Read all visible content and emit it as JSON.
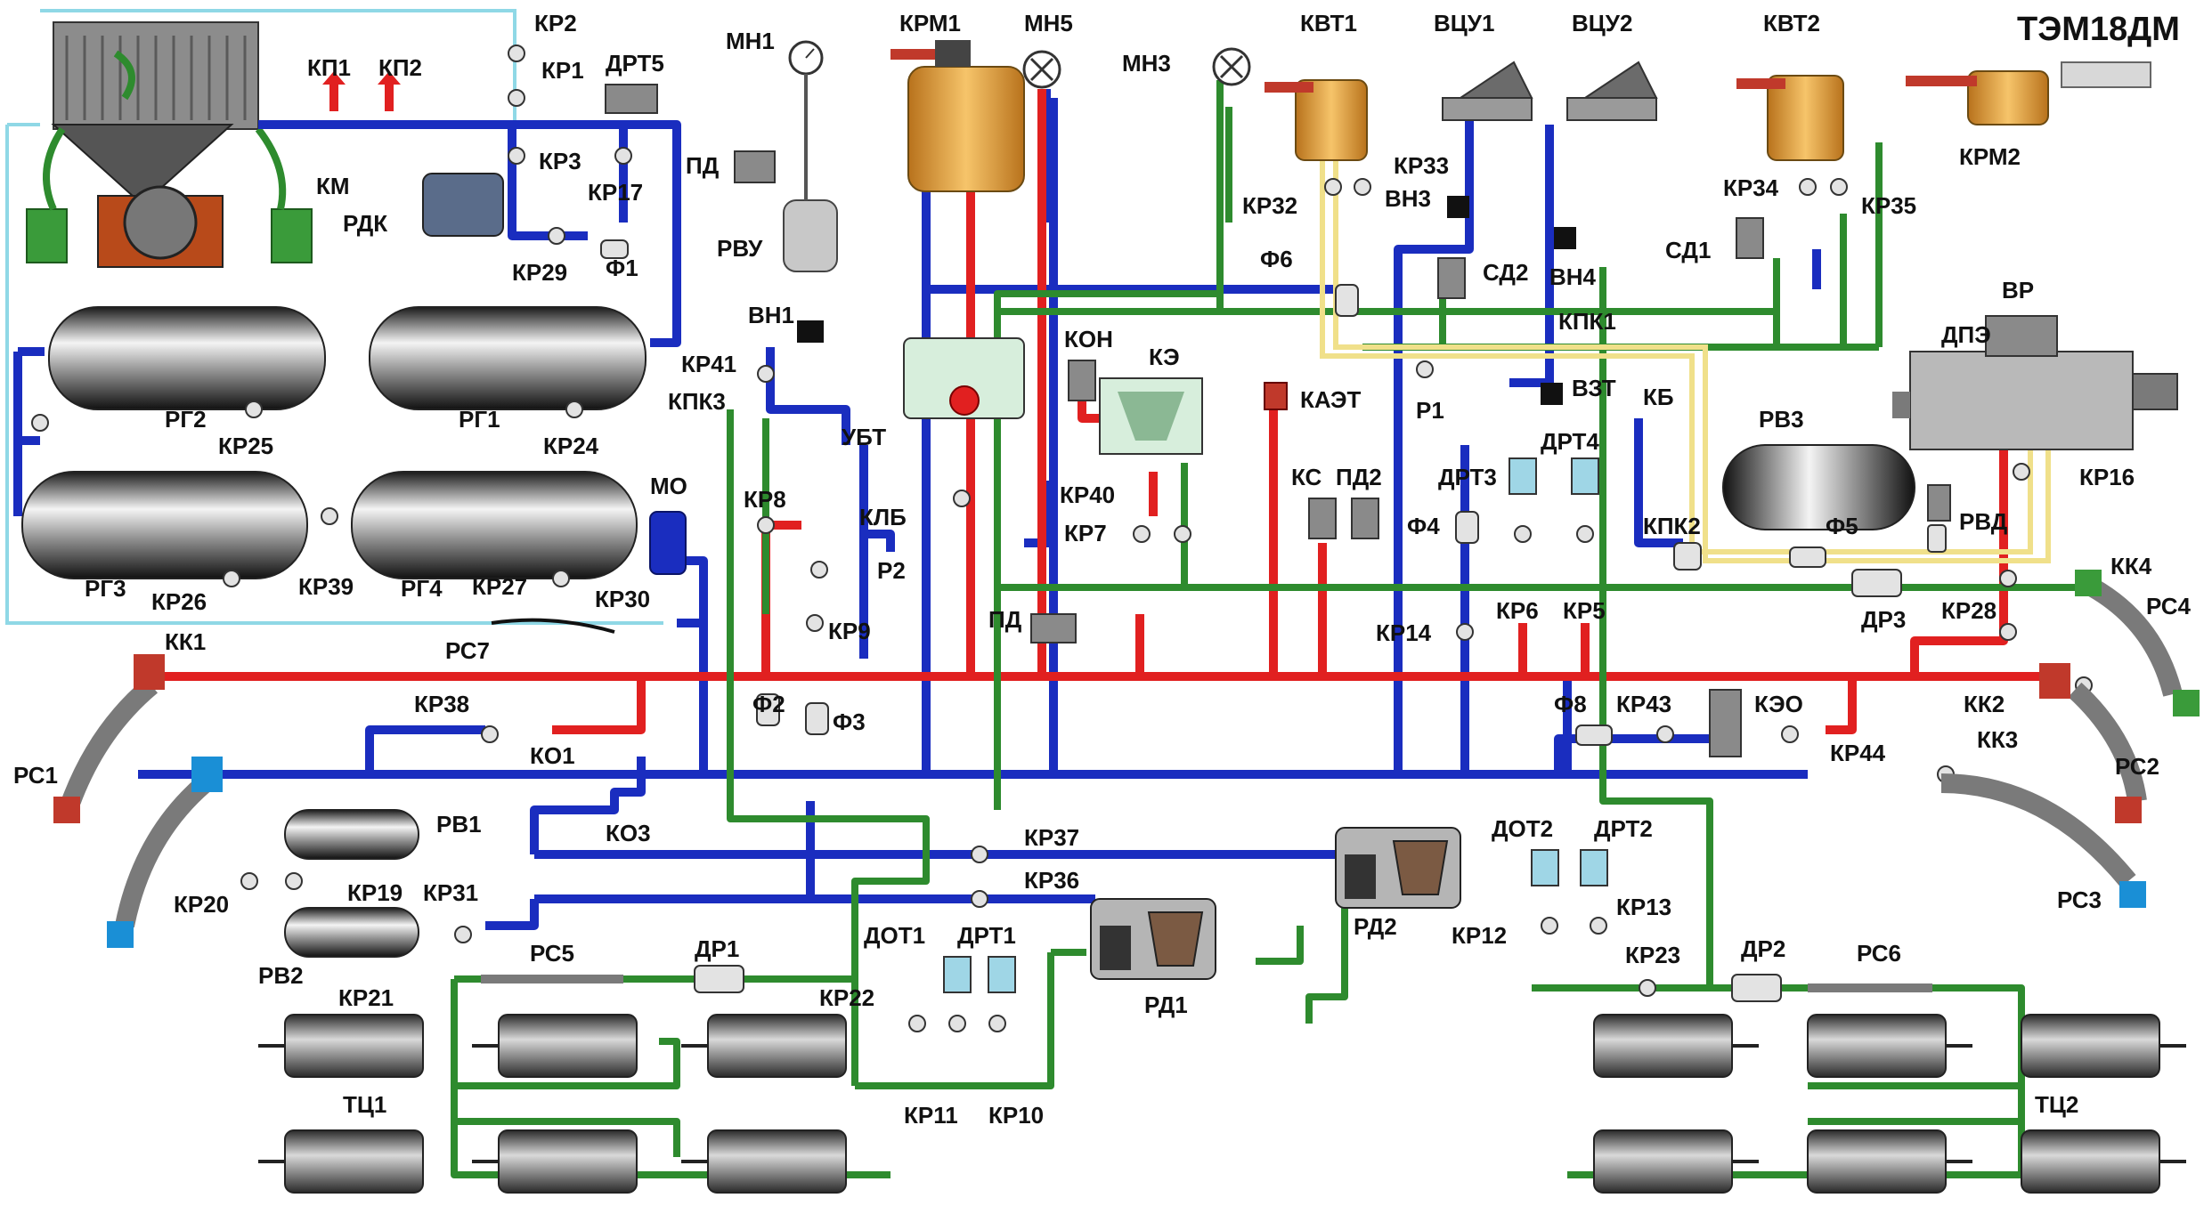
{
  "title": "ТЭМ18ДМ",
  "colors": {
    "main_line": "#e12020",
    "feed_line": "#1a2dbf",
    "brake_line": "#2e8b2e",
    "control_line": "#f0e08a",
    "compressor_line": "#8fd8e6"
  },
  "labels": {
    "kp1": "КП1",
    "kp2": "КП2",
    "kr2": "КР2",
    "kr1": "КР1",
    "drt5": "ДРТ5",
    "km": "КМ",
    "rdk": "РДК",
    "kr3": "КР3",
    "kr17": "КР17",
    "kr29": "КР29",
    "f1": "Ф1",
    "rg2": "РГ2",
    "rg1": "РГ1",
    "kr25": "КР25",
    "kr24": "КР24",
    "rg3": "РГ3",
    "rg4": "РГ4",
    "kr26": "КР26",
    "kr39": "КР39",
    "kr27": "КР27",
    "kr30": "КР30",
    "mo": "МО",
    "rs7": "РС7",
    "mn1": "МН1",
    "pd_top": "ПД",
    "rvu": "РВУ",
    "krm1": "КРМ1",
    "mn5": "МН5",
    "mn3": "МН3",
    "vn1": "ВН1",
    "kr41": "КР41",
    "kpk3": "КПК3",
    "ubt": "УБТ",
    "kon": "КОН",
    "ke": "КЭ",
    "kr40": "КР40",
    "kr7": "КР7",
    "kr8": "КР8",
    "klb": "КЛБ",
    "p2": "Р2",
    "kr9": "КР9",
    "pd_mid": "ПД",
    "f2": "Ф2",
    "f3": "Ф3",
    "kvt1": "КВТ1",
    "vcu1": "ВЦУ1",
    "vcu2": "ВЦУ2",
    "kvt2": "КВТ2",
    "krm2": "КРМ2",
    "kr32": "КР32",
    "kr33": "КР33",
    "vn3": "ВН3",
    "f6": "Ф6",
    "sd2": "СД2",
    "vn4": "ВН4",
    "sd1": "СД1",
    "kr34": "КР34",
    "kr35": "КР35",
    "kpk1": "КПК1",
    "kaet": "КАЭТ",
    "p1": "Р1",
    "vzt": "ВЗТ",
    "kb": "КБ",
    "vr": "ВР",
    "dpe": "ДПЭ",
    "rv3": "РВ3",
    "ks": "КС",
    "pd2": "ПД2",
    "drt3": "ДРТ3",
    "drt4": "ДРТ4",
    "f4": "Ф4",
    "kpk2": "КПК2",
    "f5": "Ф5",
    "rvd": "РВД",
    "kr16": "КР16",
    "kr14": "КР14",
    "kr6": "КР6",
    "kr5": "КР5",
    "dr3": "ДР3",
    "kr28": "КР28",
    "kk4": "КК4",
    "rs4": "РС4",
    "kk1": "КК1",
    "rs1": "РС1",
    "kr38": "КР38",
    "ko1": "КО1",
    "ko3": "КО3",
    "f8": "Ф8",
    "kr43": "КР43",
    "keo": "КЭО",
    "kk2": "КК2",
    "kk3": "КК3",
    "kr44": "КР44",
    "rs2": "РС2",
    "rs3": "РС3",
    "rv1": "РВ1",
    "kr19": "КР19",
    "kr20": "КР20",
    "kr31": "КР31",
    "rv2": "РВ2",
    "kr21": "КР21",
    "kr37": "КР37",
    "kr36": "КР36",
    "rd2": "РД2",
    "dot2": "ДОТ2",
    "drt2": "ДРТ2",
    "kr13": "КР13",
    "kr12": "КР12",
    "kr23": "КР23",
    "dr2": "ДР2",
    "rs6": "РС6",
    "rs5": "РС5",
    "dr1": "ДР1",
    "kr22": "КР22",
    "dot1": "ДОТ1",
    "drt1": "ДРТ1",
    "rd1": "РД1",
    "kr11": "КР11",
    "kr10": "КР10",
    "tc1": "ТЦ1",
    "tc2": "ТЦ2"
  }
}
